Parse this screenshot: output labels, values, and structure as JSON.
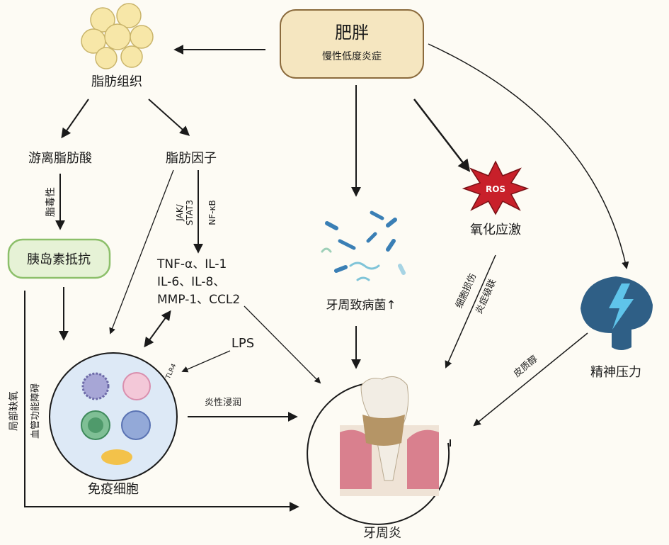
{
  "obesity": {
    "title": "肥胖",
    "subtitle": "慢性低度炎症"
  },
  "adipose_tissue": "脂肪组织",
  "free_fatty_acids": "游离脂肪酸",
  "adipokines": "脂肪因子",
  "lipotoxicity": "脂毒性",
  "insulin_resistance": "胰岛素抵抗",
  "pathways": {
    "jak": "JAK/",
    "stat3": "STAT3",
    "nfkb": "NF-κB"
  },
  "cytokines": [
    "TNF-α、IL-1",
    "IL-6、IL-8、",
    "MMP-1、CCL2"
  ],
  "lps": "LPS",
  "tlr4": "TLR4",
  "inflammatory_infiltration": "炎性浸润",
  "immune_cells": "免疫细胞",
  "hypoxia": "局部缺氧",
  "vascular_dysfunction": "血管功能障碍",
  "pathogens": "牙周致病菌↑",
  "ros": {
    "badge": "ROS",
    "label": "氧化应激"
  },
  "cell_damage": "细胞损伤",
  "inflammatory_cascade": "炎症级联",
  "cortisol": "皮质醇",
  "stress": "精神压力",
  "periodontitis": "牙周炎",
  "colors": {
    "obesity_fill": "#f5e6c0",
    "obesity_stroke": "#8b6b3d",
    "insulin_fill": "#e6f2d6",
    "insulin_stroke": "#8cbf6a",
    "immune_fill": "#dde9f6",
    "ros": "#c8202a",
    "brain": "#2f5f86",
    "background": "#fdfbf4"
  }
}
